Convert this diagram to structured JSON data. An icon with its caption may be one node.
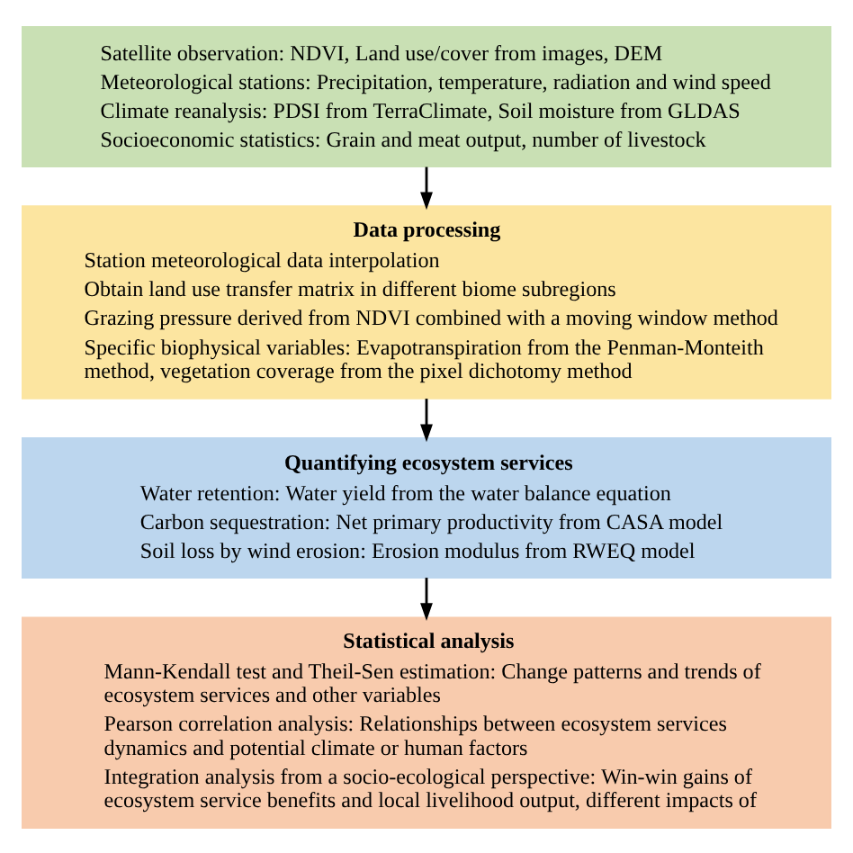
{
  "diagram": {
    "nodes": [
      {
        "text": [
          "Satellite observation: NDVI, Land use/cover from images, DEM",
          "Meteorological stations: Precipitation, temperature, radiation and wind speed",
          "Climate reanalysis: PDSI from TerraClimate, Soil moisture from GLDAS",
          "Socioeconomic statistics: Grain and meat output, number of livestock"
        ]
      },
      {
        "text": [
          "Data processing",
          "Station meteorological data interpolation",
          "Obtain land use transfer matrix in different biome subregions",
          "Grazing pressure derived from NDVI combined with a moving window method",
          "Specific biophysical variables: Evapotranspiration from the Penman-Monteith method, vegetation coverage from the pixel dichotomy method"
        ]
      },
      {
        "text": [
          "Quantifying ecosystem services",
          "Water retention: Water yield from the water balance equation",
          "Carbon sequestration: Net primary productivity from CASA model",
          "Soil loss by wind erosion: Erosion modulus from RWEQ model"
        ]
      },
      {
        "text": [
          "Statistical analysis",
          "Mann-Kendall test and Theil-Sen estimation: Change patterns and trends of ecosystem services and other variables",
          "Pearson correlation analysis: Relationships between ecosystem services dynamics and potential climate or human factors",
          "Integration analysis from a socio-ecological perspective: Win-win gains of ecosystem service benefits and local livelihood output, different impacts of"
        ]
      }
    ],
    "edges": [
      {
        "from": 0,
        "to": 1,
        "arrow": "to"
      },
      {
        "from": 1,
        "to": 2,
        "arrow": "to"
      },
      {
        "from": 2,
        "to": 3,
        "arrow": "to"
      }
    ]
  }
}
